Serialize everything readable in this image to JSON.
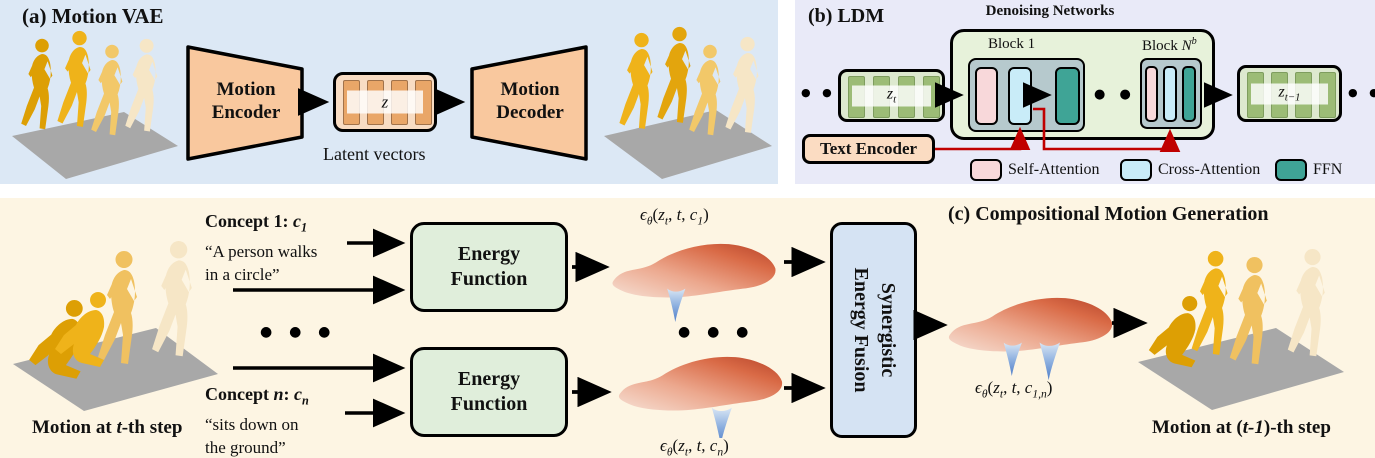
{
  "panels": {
    "a": {
      "title": "(a) Motion VAE",
      "encoder_line1": "Motion",
      "encoder_line2": "Encoder",
      "decoder_line1": "Motion",
      "decoder_line2": "Decoder",
      "latent_caption": "Latent vectors"
    },
    "b": {
      "title": "(b) LDM",
      "denoising_title": "Denoising Networks",
      "block1_label": "Block 1",
      "text_encoder_label": "Text Encoder",
      "dots_pair": "● ●",
      "dots_triple": "● ● ●",
      "legend": [
        {
          "label": "Self-Attention",
          "color": "#f8d8da"
        },
        {
          "label": "Cross-Attention",
          "color": "#c9ecf8"
        },
        {
          "label": "FFN",
          "color": "#3fa496"
        }
      ]
    },
    "c": {
      "title": "(c) Compositional Motion Generation",
      "concept1_quote1": "“A person walks",
      "concept1_quote2": "in a circle”",
      "conceptn_quote1": "“sits down on",
      "conceptn_quote2": "the ground”",
      "energy_line1": "Energy",
      "energy_line2": "Function",
      "fusion_line1": "Synergistic",
      "fusion_line2": "Energy Fusion",
      "dots_triple": "● ● ●"
    }
  },
  "math": {
    "z": [
      {
        "t": "i",
        "v": "z"
      }
    ],
    "zt": [
      {
        "t": "i",
        "v": "z"
      },
      {
        "t": "sub",
        "v": "t"
      }
    ],
    "zt1": [
      {
        "t": "i",
        "v": "z"
      },
      {
        "t": "sub",
        "v": "t−1"
      }
    ],
    "blockN": [
      {
        "t": "n",
        "v": "Block "
      },
      {
        "t": "i",
        "v": "N"
      },
      {
        "t": "sup",
        "v": "b"
      }
    ],
    "concept1_label": [
      {
        "t": "n",
        "v": "Concept 1:  "
      },
      {
        "t": "i",
        "v": "c"
      },
      {
        "t": "sub",
        "v": "1"
      }
    ],
    "conceptn_label": [
      {
        "t": "n",
        "v": "Concept "
      },
      {
        "t": "i",
        "v": "n"
      },
      {
        "t": "n",
        "v": ":  "
      },
      {
        "t": "i",
        "v": "c"
      },
      {
        "t": "sub",
        "v": "n"
      }
    ],
    "eps1": [
      {
        "t": "i",
        "v": "ϵ"
      },
      {
        "t": "sub",
        "v": "θ"
      },
      {
        "t": "n",
        "v": "("
      },
      {
        "t": "i",
        "v": "z"
      },
      {
        "t": "sub",
        "v": "t"
      },
      {
        "t": "n",
        "v": ", "
      },
      {
        "t": "i",
        "v": "t"
      },
      {
        "t": "n",
        "v": ", "
      },
      {
        "t": "i",
        "v": "c"
      },
      {
        "t": "sub",
        "v": "1"
      },
      {
        "t": "n",
        "v": ")"
      }
    ],
    "epsn": [
      {
        "t": "i",
        "v": "ϵ"
      },
      {
        "t": "sub",
        "v": "θ"
      },
      {
        "t": "n",
        "v": "("
      },
      {
        "t": "i",
        "v": "z"
      },
      {
        "t": "sub",
        "v": "t"
      },
      {
        "t": "n",
        "v": ", "
      },
      {
        "t": "i",
        "v": "t"
      },
      {
        "t": "n",
        "v": ", "
      },
      {
        "t": "i",
        "v": "c"
      },
      {
        "t": "sub",
        "v": "n"
      },
      {
        "t": "n",
        "v": ")"
      }
    ],
    "eps1n": [
      {
        "t": "i",
        "v": "ϵ"
      },
      {
        "t": "sub",
        "v": "θ"
      },
      {
        "t": "n",
        "v": "("
      },
      {
        "t": "i",
        "v": "z"
      },
      {
        "t": "sub",
        "v": "t"
      },
      {
        "t": "n",
        "v": ", "
      },
      {
        "t": "i",
        "v": "t"
      },
      {
        "t": "n",
        "v": ", "
      },
      {
        "t": "i",
        "v": "c"
      },
      {
        "t": "sub",
        "v": "1,n"
      },
      {
        "t": "n",
        "v": ")"
      }
    ],
    "motion_t": [
      {
        "t": "n",
        "v": "Motion at "
      },
      {
        "t": "i",
        "v": "t"
      },
      {
        "t": "n",
        "v": "-th step"
      }
    ],
    "motion_t1": [
      {
        "t": "n",
        "v": "Motion at ("
      },
      {
        "t": "i",
        "v": "t-1"
      },
      {
        "t": "n",
        "v": ")-th step"
      }
    ]
  },
  "colors": {
    "panel_a_bg": "#dce8f5",
    "panel_b_bg": "#e9eaf8",
    "panel_c_bg": "#fdf5e3",
    "encoder_fill": "#f9c89e",
    "latent_fill": "#f8dcc3",
    "latent_bar": "#e9a668",
    "latent_token_box": "#dde9cf",
    "latent_token_bar": "#9cbc76",
    "denoise_container": "#e7f2da",
    "block_fill": "#b6c9cd",
    "self_attention": "#f8d8da",
    "cross_attention": "#c9ecf8",
    "ffn": "#3fa496",
    "text_encoder_fill": "#fbdcc2",
    "energy_function_fill": "#e0eedb",
    "fusion_fill": "#d5e3f3",
    "conditioning_arrow_red": "#c00000",
    "figure_gold": "#dd9f04",
    "figure_cream": "#f6e6c6",
    "ground_gray": "#a8a8a8"
  }
}
